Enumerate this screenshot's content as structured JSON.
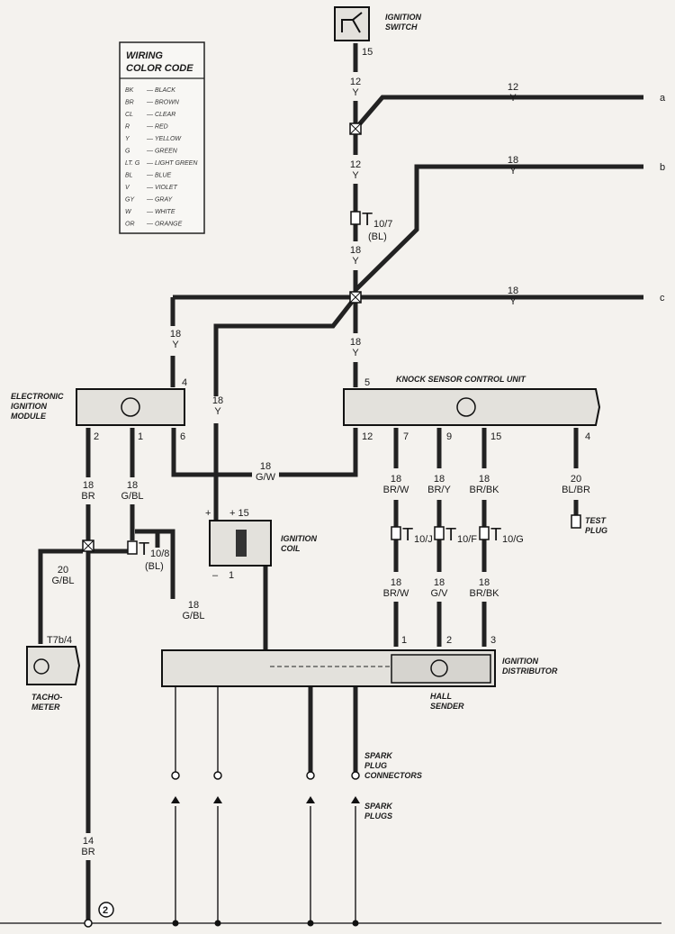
{
  "legend": {
    "title_line1": "WIRING",
    "title_line2": "COLOR CODE",
    "entries": [
      {
        "code": "BK",
        "name": "— BLACK"
      },
      {
        "code": "BR",
        "name": "— BROWN"
      },
      {
        "code": "CL",
        "name": "— CLEAR"
      },
      {
        "code": "R",
        "name": "— RED"
      },
      {
        "code": "Y",
        "name": "— YELLOW"
      },
      {
        "code": "G",
        "name": "— GREEN"
      },
      {
        "code": "LT. G",
        "name": "— LIGHT GREEN"
      },
      {
        "code": "BL",
        "name": "— BLUE"
      },
      {
        "code": "V",
        "name": "— VIOLET"
      },
      {
        "code": "GY",
        "name": "— GRAY"
      },
      {
        "code": "W",
        "name": "— WHITE"
      },
      {
        "code": "OR",
        "name": "— ORANGE"
      }
    ]
  },
  "components": {
    "ignition_switch": [
      "IGNITION",
      "SWITCH"
    ],
    "electronic_ignition_module": [
      "ELECTRONIC",
      "IGNITION",
      "MODULE"
    ],
    "knock_sensor": "KNOCK SENSOR CONTROL UNIT",
    "ignition_coil": [
      "IGNITION",
      "COIL"
    ],
    "tachometer": [
      "TACHO-",
      "METER"
    ],
    "distributor": [
      "IGNITION",
      "DISTRIBUTOR"
    ],
    "hall_sender": [
      "HALL",
      "SENDER"
    ],
    "spark_plug_connectors": [
      "SPARK",
      "PLUG",
      "CONNECTORS"
    ],
    "spark_plugs": [
      "SPARK",
      "PLUGS"
    ],
    "test_plug": [
      "TEST",
      "PLUG"
    ]
  },
  "terminals": {
    "a": "a",
    "b": "b",
    "c": "c",
    "sw15": "15",
    "eim4": "4",
    "eim2": "2",
    "eim1": "1",
    "eim6": "6",
    "ks5": "5",
    "ks12": "12",
    "ks7": "7",
    "ks9": "9",
    "ks15": "15",
    "ks4": "4",
    "coil_plus": "+",
    "coil_15": "+ 15",
    "coil_minus": "–",
    "coil_1": "1",
    "d1": "1",
    "d2": "2",
    "d3": "3",
    "tach": "T7b/4",
    "ground": "2"
  },
  "connectors": {
    "t107": "T",
    "t107_sub": "10/7",
    "t107_bl": "(BL)",
    "t108": "T",
    "t108_sub": "10/8",
    "t108_bl": "(BL)",
    "t10j": "T",
    "t10j_sub": "10/J",
    "t10f": "T",
    "t10f_sub": "10/F",
    "t10g": "T",
    "t10g_sub": "10/G"
  },
  "wires": {
    "w1": [
      "12",
      "Y"
    ],
    "wa": [
      "12",
      "Y"
    ],
    "w2": [
      "12",
      "Y"
    ],
    "wb": [
      "18",
      "Y"
    ],
    "w3": [
      "18",
      "Y"
    ],
    "wc": [
      "18",
      "Y"
    ],
    "w4": [
      "18",
      "Y"
    ],
    "w5": [
      "18",
      "Y"
    ],
    "w6": [
      "18",
      "Y"
    ],
    "gw": [
      "18",
      "G/W"
    ],
    "br1": [
      "18",
      "BR"
    ],
    "gbl1": [
      "18",
      "G/BL"
    ],
    "gbl20": [
      "20",
      "G/BL"
    ],
    "gbl2": [
      "18",
      "G/BL"
    ],
    "br14": [
      "14",
      "BR"
    ],
    "k7a": [
      "18",
      "BR/W"
    ],
    "k9a": [
      "18",
      "BR/Y"
    ],
    "k15a": [
      "18",
      "BR/BK"
    ],
    "k4": [
      "20",
      "BL/BR"
    ],
    "k7b": [
      "18",
      "BR/W"
    ],
    "k9b": [
      "18",
      "G/V"
    ],
    "k15b": [
      "18",
      "BR/BK"
    ]
  }
}
